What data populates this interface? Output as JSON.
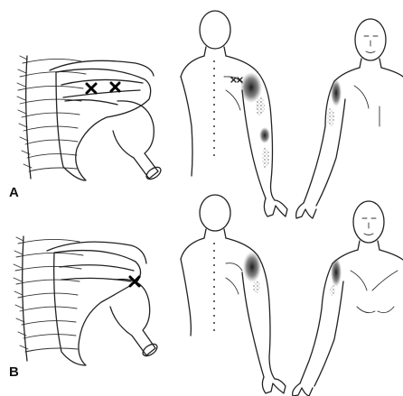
{
  "figure": {
    "panels": [
      {
        "label": "A",
        "trigger_points": 2
      },
      {
        "label": "B",
        "trigger_points": 1
      }
    ],
    "colors": {
      "line": "#222222",
      "referral_shading": "#1a1a1a",
      "background": "#ffffff"
    },
    "icons": {
      "trigger_point": "x-mark-icon"
    }
  }
}
